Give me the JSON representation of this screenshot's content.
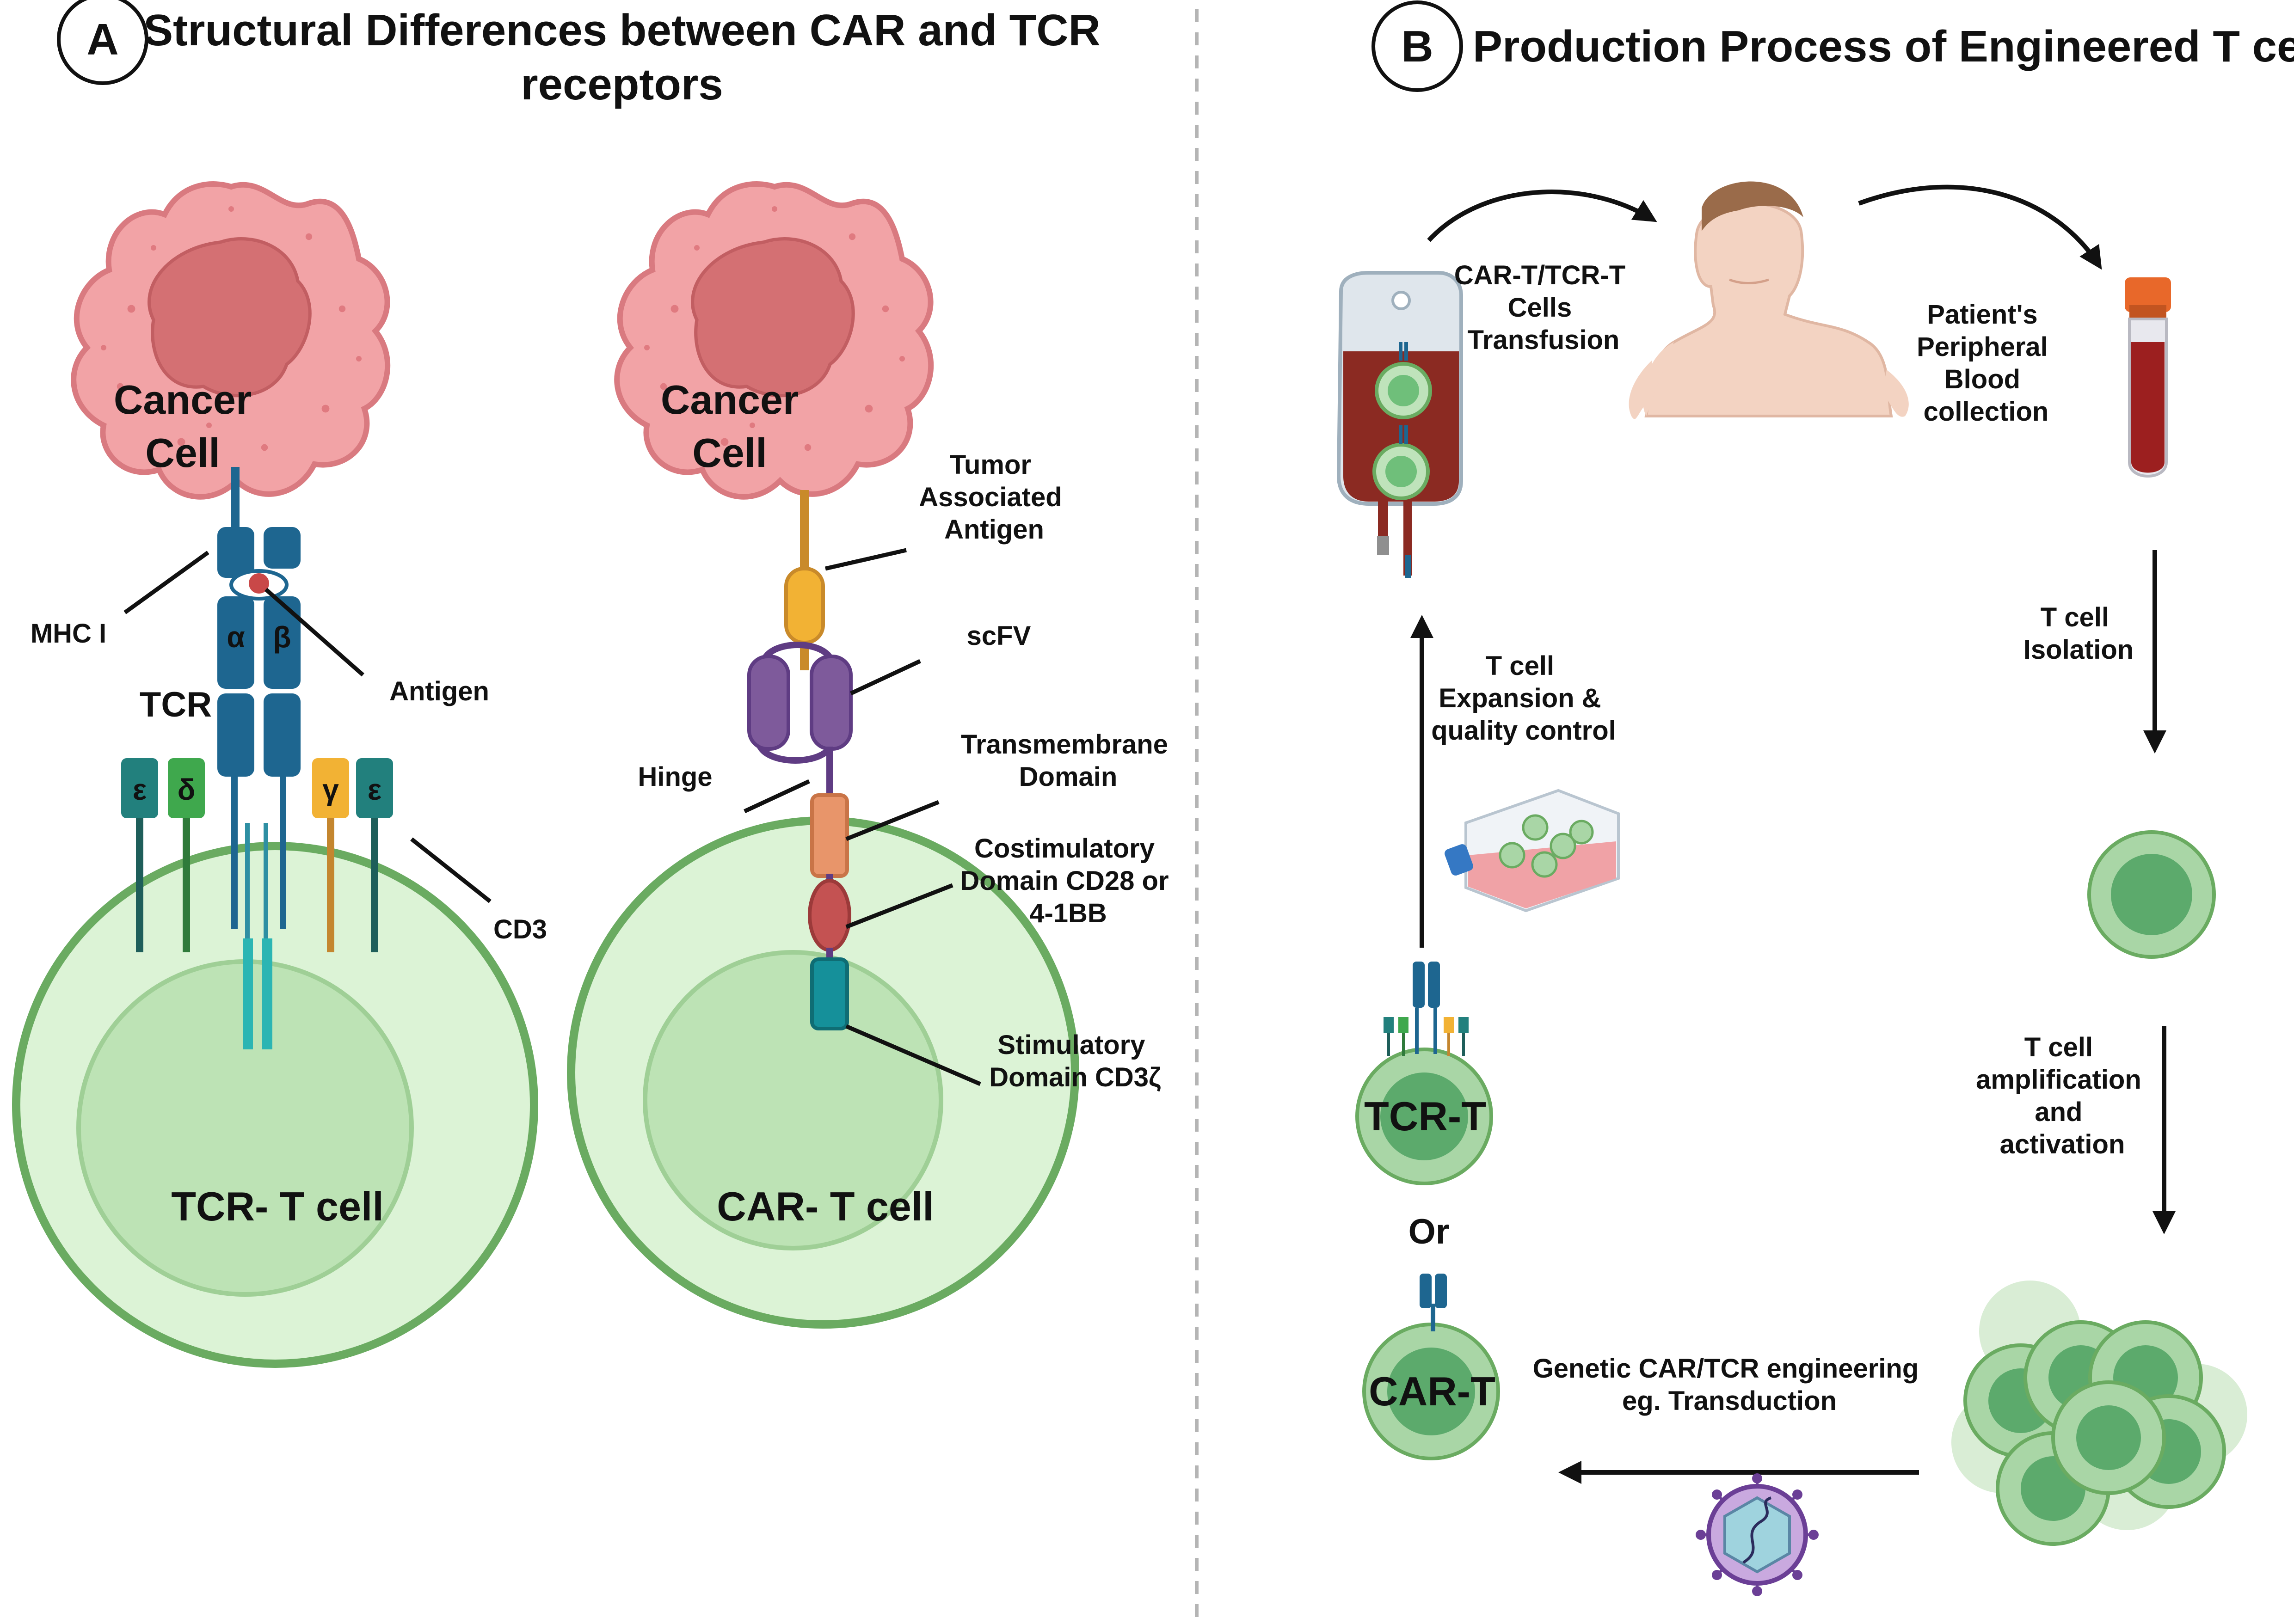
{
  "panel_a": {
    "badge": "A",
    "title_line1": "Structural Differences between CAR and TCR",
    "title_line2": "receptors",
    "tcr_side": {
      "cancer_line1": "Cancer",
      "cancer_line2": "Cell",
      "mhc": "MHC I",
      "antigen": "Antigen",
      "tcr": "TCR",
      "alpha": "α",
      "beta": "β",
      "epsilon": "ε",
      "delta": "δ",
      "gamma": "γ",
      "cd3": "CD3",
      "cell_label": "TCR- T cell"
    },
    "car_side": {
      "cancer_line1": "Cancer",
      "cancer_line2": "Cell",
      "taa": [
        "Tumor",
        "Associated",
        "Antigen"
      ],
      "scfv": "scFV",
      "hinge": "Hinge",
      "tm": [
        "Transmembrane",
        "Domain"
      ],
      "costim": [
        "Costimulatory",
        "Domain CD28 or",
        "4-1BB"
      ],
      "stim": [
        "Stimulatory",
        "Domain CD3ζ"
      ],
      "cell_label": "CAR- T cell"
    }
  },
  "panel_b": {
    "badge": "B",
    "title": "Production Process of Engineered T cell",
    "transfusion": [
      "CAR-T/TCR-T",
      "Cells",
      "Transfusion"
    ],
    "blood": [
      "Patient's",
      "Peripheral",
      "Blood",
      "collection"
    ],
    "isolation": [
      "T cell",
      "Isolation"
    ],
    "amplification": [
      "T cell",
      "amplification",
      "and",
      "activation"
    ],
    "engineering": [
      "Genetic CAR/TCR engineering",
      "eg. Transduction"
    ],
    "expansion": [
      "T cell",
      "Expansion &",
      "quality control"
    ],
    "tcr_t": "TCR-T",
    "or": "Or",
    "car_t": "CAR-T"
  },
  "colors": {
    "cancer": "#f2a3a6",
    "nucleus": "#d47073",
    "tcell_outer": "#dcf3d6",
    "tcell_inner": "#bde3b5",
    "tcell_ring": "#6aab61",
    "receptor_blue": "#1e6690",
    "scfv_purple": "#7e5a9b",
    "antigen_yellow": "#f2b234",
    "tm_orange": "#e8956a",
    "costim_red": "#c45252",
    "stim_teal": "#15909a"
  }
}
